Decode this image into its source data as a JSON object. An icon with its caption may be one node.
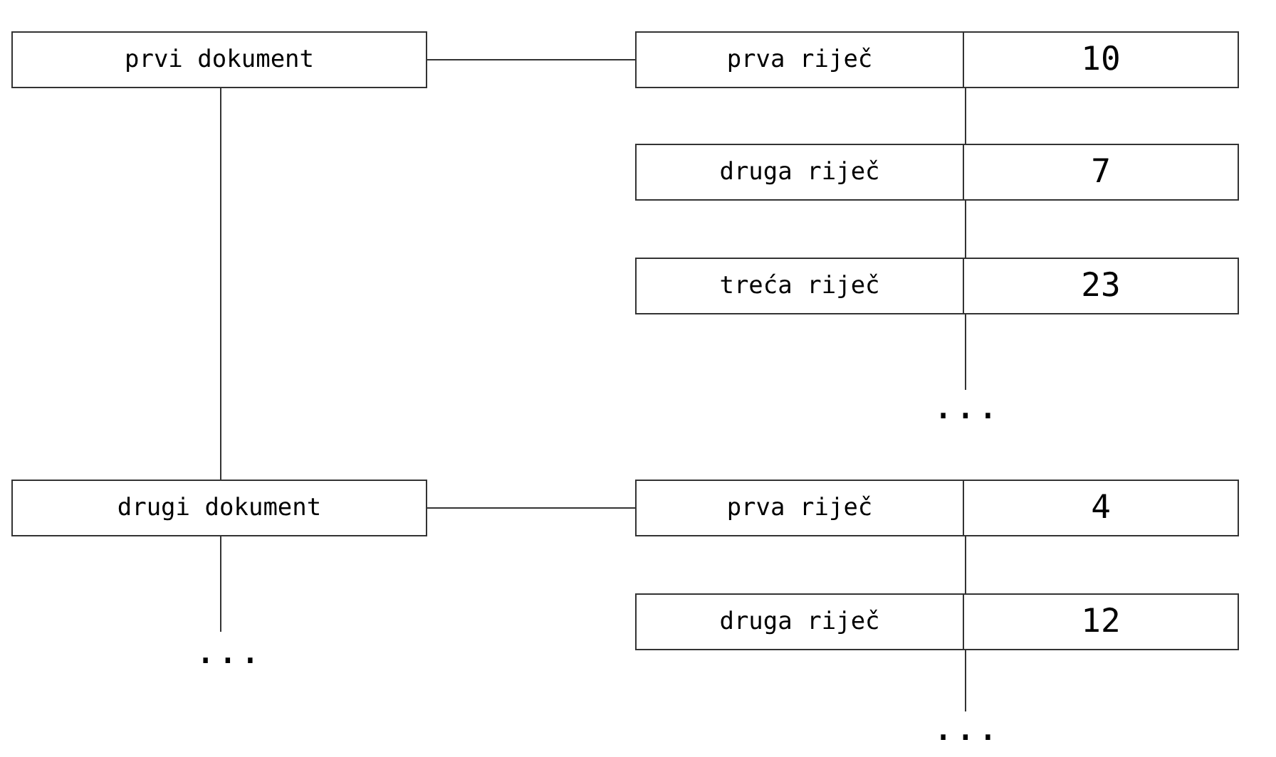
{
  "diagram": {
    "nodes": [
      {
        "text": [
          "prvi dokument"
        ]
      },
      {
        "text": [
          "prva riječ",
          "10"
        ]
      },
      {
        "text": [
          "druga riječ",
          "7"
        ]
      },
      {
        "text": [
          "treća riječ",
          "23"
        ]
      },
      {
        "text": [
          "..."
        ]
      },
      {
        "text": [
          "drugi dokument"
        ]
      },
      {
        "text": [
          "prva riječ",
          "4"
        ]
      },
      {
        "text": [
          "druga riječ",
          "12"
        ]
      },
      {
        "text": [
          "..."
        ]
      },
      {
        "text": [
          "..."
        ]
      }
    ],
    "edges": [
      {
        "from": 0,
        "to": 1,
        "arrow": "none"
      },
      {
        "from": 1,
        "to": 2,
        "arrow": "none"
      },
      {
        "from": 2,
        "to": 3,
        "arrow": "none"
      },
      {
        "from": 3,
        "to": 4,
        "arrow": "none"
      },
      {
        "from": 0,
        "to": 5,
        "arrow": "none"
      },
      {
        "from": 5,
        "to": 6,
        "arrow": "none"
      },
      {
        "from": 6,
        "to": 7,
        "arrow": "none"
      },
      {
        "from": 7,
        "to": 9,
        "arrow": "none"
      },
      {
        "from": 5,
        "to": 8,
        "arrow": "none"
      }
    ]
  }
}
